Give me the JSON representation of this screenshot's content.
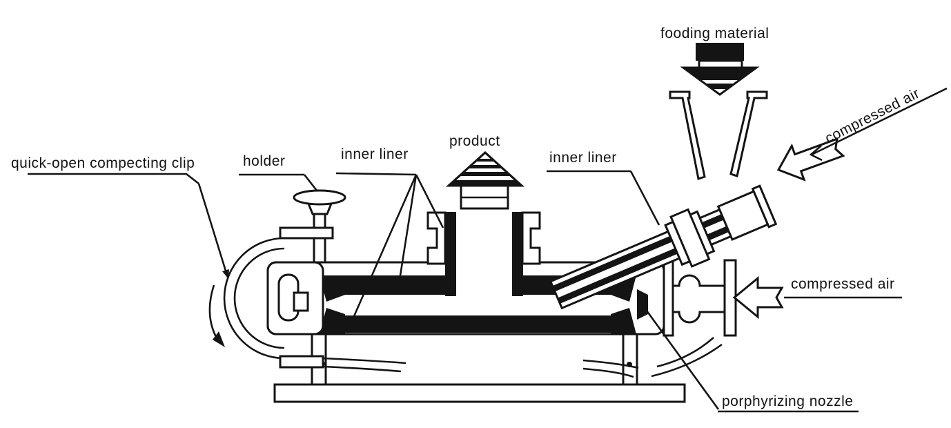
{
  "colors": {
    "ink": "#141414",
    "paper": "#ffffff"
  },
  "labels": {
    "clip": "quick-open compecting clip",
    "holder": "holder",
    "inner_liner_left": "inner liner",
    "product": "product",
    "inner_liner_right": "inner liner",
    "feeding_material": "fooding material",
    "compressed_air_top": "compressed air",
    "compressed_air_right": "compressed air",
    "nozzle": "porphyrizing nozzle"
  }
}
